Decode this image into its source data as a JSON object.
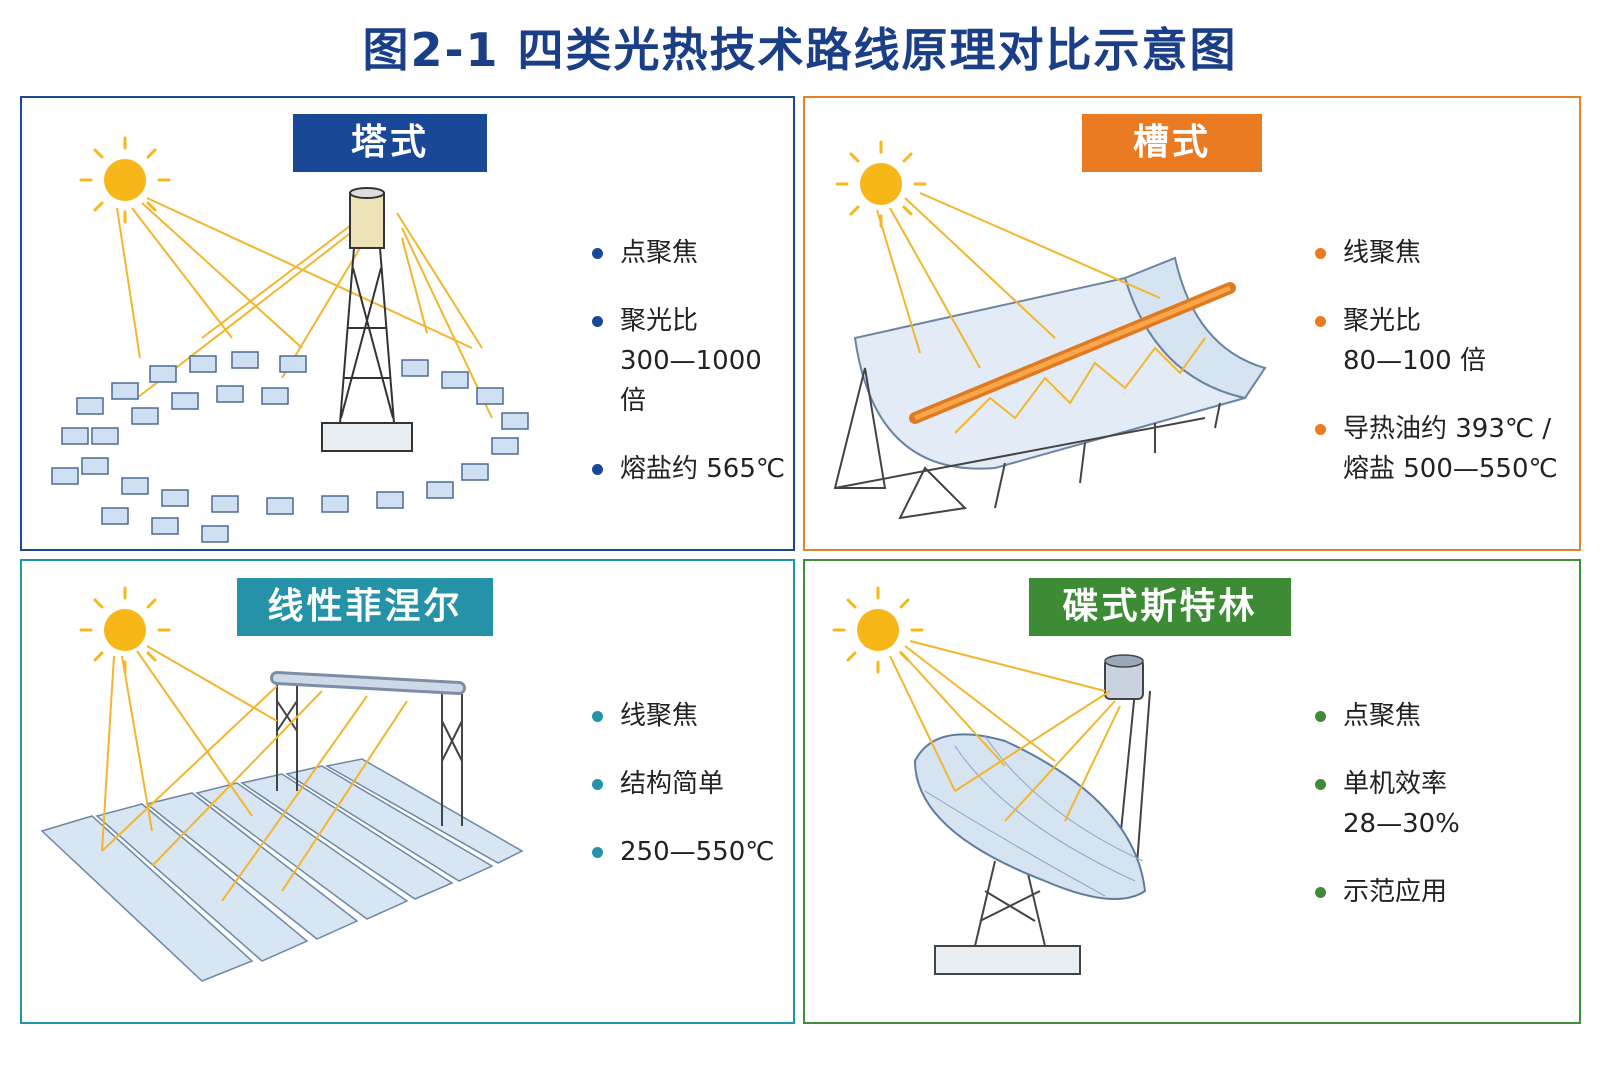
{
  "title": "图2-1  四类光热技术路线原理对比示意图",
  "colors": {
    "title": "#1a3f86",
    "tower": "#184896",
    "trough": "#ea7b22",
    "fresnel": "#2592a8",
    "dish": "#3d8c35",
    "sun": "#f7b719",
    "ray": "#f2b62e"
  },
  "panels": {
    "tower": {
      "label": "塔式",
      "bullets": [
        "点聚焦",
        "聚光比",
        "300—1000 倍",
        "熔盐约 565℃"
      ]
    },
    "trough": {
      "label": "槽式",
      "bullets": [
        "线聚焦",
        "聚光比",
        "80—100 倍",
        "导热油约 393℃ /",
        "熔盐 500—550℃"
      ]
    },
    "fresnel": {
      "label": "线性菲涅尔",
      "bullets": [
        "线聚焦",
        "结构简单",
        "250—550℃"
      ]
    },
    "dish": {
      "label": "碟式斯特林",
      "bullets": [
        "点聚焦",
        "单机效率",
        "28—30%",
        "示范应用"
      ]
    }
  },
  "icons": [
    "sun-icon",
    "tower-icon",
    "heliostat-icon",
    "trough-collector-icon",
    "fresnel-collector-icon",
    "dish-collector-icon"
  ]
}
